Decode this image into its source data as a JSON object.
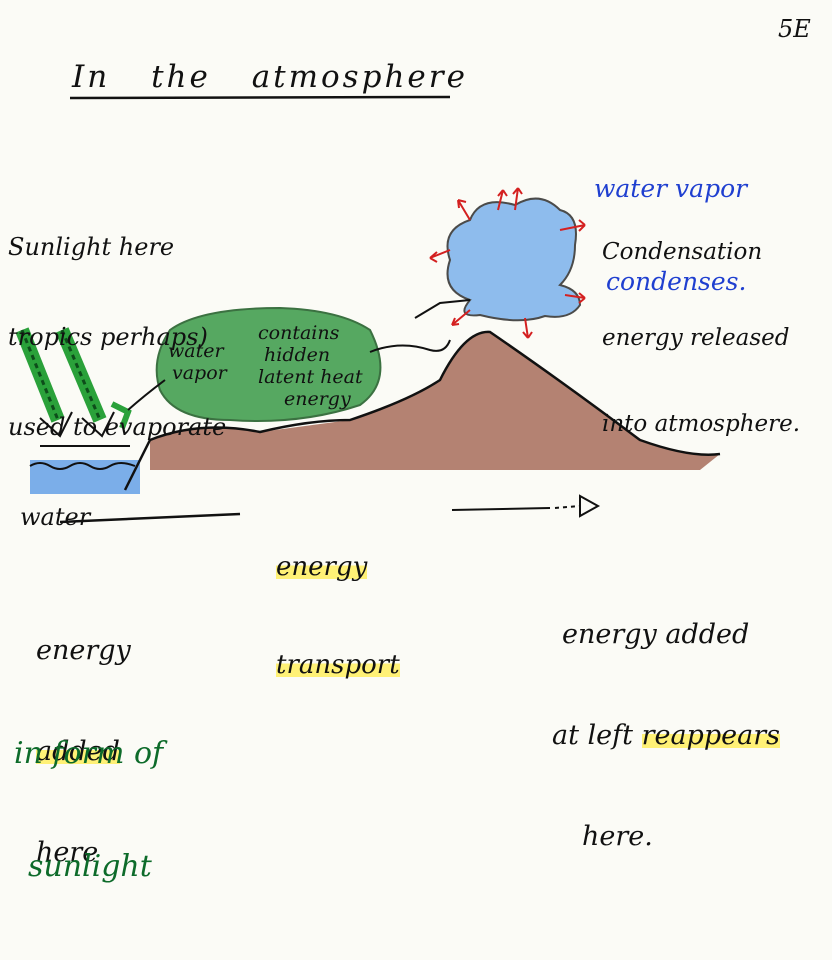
{
  "page_number": "5E",
  "title": "In the atmosphere",
  "left_note": {
    "lines": [
      "Sunlight here",
      "tropics perhaps)",
      "used to evaporate",
      "water"
    ]
  },
  "cloud_note": {
    "blue": [
      "water vapor",
      "condenses."
    ],
    "black": [
      "Condensation",
      "energy released",
      "into atmosphere."
    ]
  },
  "bubble": {
    "words": [
      "water",
      "vapor",
      "contains",
      "hidden",
      "latent heat",
      "energy"
    ]
  },
  "transport": {
    "line1": "energy",
    "line2": "transport"
  },
  "bottom_left": {
    "line1": "energy",
    "line2": "added",
    "line3": "here",
    "green1": "in form of",
    "green2": "sunlight"
  },
  "bottom_right": {
    "line1": "energy added",
    "line2a": "at left ",
    "line2b": "reappears",
    "line3": "here."
  },
  "colors": {
    "ink": "#111111",
    "blue_ink": "#1f3fd0",
    "green_ink": "#0d6b2a",
    "highlight": "#fff176",
    "water": "#4a8fe0",
    "mountain": "#8b4a3a",
    "bubble_fill": "#2e8b3e",
    "arrow_red": "#d42020"
  }
}
